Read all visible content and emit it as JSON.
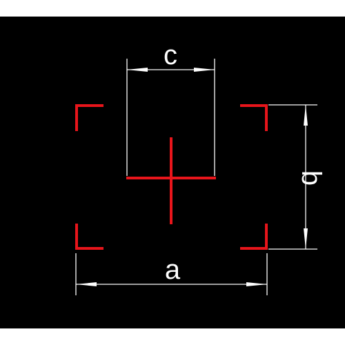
{
  "colors": {
    "background": "#000000",
    "outline": "#ffffff",
    "marker": "#e8151b",
    "dimension": "#ffffff"
  },
  "labels": {
    "width_outer": "a",
    "height_outer": "b",
    "width_inner": "c"
  }
}
